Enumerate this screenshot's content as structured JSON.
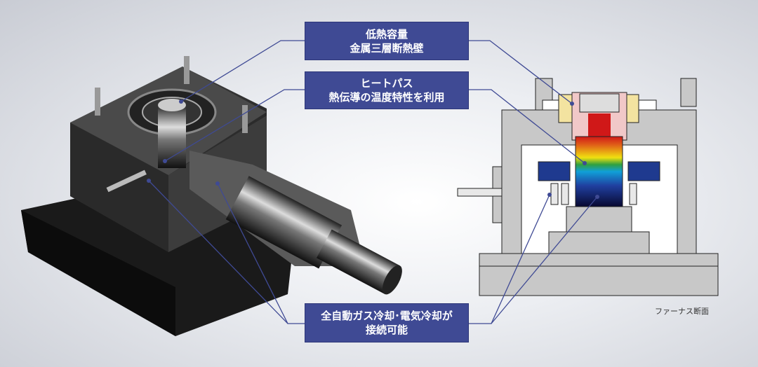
{
  "labels": [
    {
      "line1": "低熱容量",
      "line2": "金属三層断熱壁"
    },
    {
      "line1": "ヒートパス",
      "line2": "熱伝導の温度特性を利用"
    },
    {
      "line1": "全自動ガス冷却･電気冷却が",
      "line2": "接続可能"
    }
  ],
  "caption": "ファーナス断面",
  "colors": {
    "label_bg": "#3f4a94",
    "leader": "#3f4a94",
    "section_gray": "#c8c8c8",
    "cooling_blue": "#1f3a8f"
  }
}
